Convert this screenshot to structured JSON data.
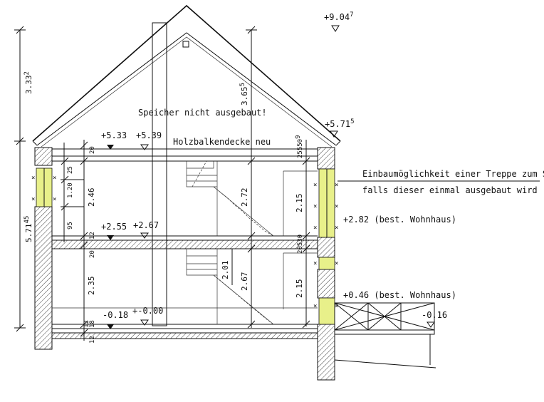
{
  "levels": {
    "ridge": "+9.04",
    "ridge_sup": "7",
    "eave_right": "+5.71",
    "eave_right_sup": "5",
    "attic_floor_a": "+5.33",
    "attic_floor_b": "+5.39",
    "upper_floor_a": "+2.55",
    "upper_floor_b": "+2.67",
    "ground_a": "-0.18",
    "ground_b": "+-0.00",
    "right_low": "-0.16"
  },
  "notes": {
    "attic": "Speicher nicht ausgebaut!",
    "ceiling": "Holzbalkendecke neu",
    "stair_line1": "Einbaumöglichkeit einer Treppe zum Speicher",
    "stair_line2": "falls dieser einmal ausgebaut wird",
    "existing_upper": "+2.82 (best. Wohnhaus)",
    "existing_lower": "+0.46 (best. Wohnhaus)"
  },
  "dimensions": {
    "left_roof_height": "3.33",
    "left_roof_sup": "2",
    "left_total_height": "5.71",
    "left_total_sup": "45",
    "roof_inner": "3.65",
    "roof_inner_sup": "5",
    "top_slab": "20",
    "window_top": "25",
    "window_height": "1.20",
    "sill_upper": "95",
    "upper_room": "2.46",
    "upper_slab_thin": "12",
    "mid_slab": "20",
    "lower_room": "2.35",
    "lower_thin1": "12",
    "lower_thin2": "18",
    "bottom_slab": "12",
    "stair_upper": "2.72",
    "stair_lower_a": "2.01",
    "stair_lower_b": "2.67",
    "right_top_a": "25",
    "right_top_b": "5",
    "right_top_c": "50",
    "right_top_sup": "9",
    "right_upper": "2.15",
    "right_mid_a": "20",
    "right_mid_b": "5",
    "right_mid_c": "30",
    "right_lower": "2.15"
  }
}
